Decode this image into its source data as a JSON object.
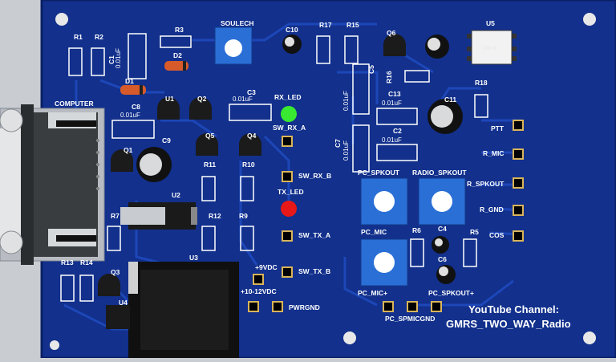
{
  "board": {
    "pcb_color": "#12308c",
    "trace_color": "#1d47b8",
    "silk_color": "#ffffff",
    "pad_color": "#d9b45a",
    "led_rx_color": "#39e830",
    "led_tx_color": "#e81818",
    "pot_color": "#2a6fd6"
  },
  "labels": {
    "soulech": "SOULECH",
    "computer": "COMPUTER",
    "dip8": "DIP-8",
    "rx_led": "RX_LED",
    "tx_led": "TX_LED",
    "sw_rx_a": "SW_RX_A",
    "sw_rx_b": "SW_RX_B",
    "sw_tx_a": "SW_TX_A",
    "sw_tx_b": "SW_TX_B",
    "pc_spkout": "PC_SPKOUT",
    "radio_spkout": "RADIO_SPKOUT",
    "pc_mic": "PC_MIC",
    "pc_mic_plus": "PC_MIC+",
    "pc_spkout_plus": "PC_SPKOUT+",
    "pc_spmicgnd": "PC_SPMICGND",
    "ptt": "PTT",
    "r_mic": "R_MIC",
    "r_spkout": "R_SPKOUT",
    "r_gnd": "R_GND",
    "cos": "COS",
    "v9": "+9VDC",
    "v10_12": "+10-12VDC",
    "pwrgnd": "PWRGND",
    "cap_value": "0.01uF",
    "youtube_line1": "YouTube Channel:",
    "youtube_line2": "GMRS_TWO_WAY_Radio"
  },
  "refs": {
    "R1": "R1",
    "R2": "R2",
    "R3": "R3",
    "R6": "R6",
    "R7": "R7",
    "R9": "R9",
    "R10": "R10",
    "R11": "R11",
    "R12": "R12",
    "R13": "R13",
    "R14": "R14",
    "R15": "R15",
    "R16": "R16",
    "R17": "R17",
    "R18": "R18",
    "R5": "R5",
    "C1": "C1",
    "C2": "C2",
    "C3": "C3",
    "C4": "C4",
    "C5": "C5",
    "C6": "C6",
    "C7": "C7",
    "C8": "C8",
    "C9": "C9",
    "C10": "C10",
    "C11": "C11",
    "C13": "C13",
    "D1": "D1",
    "D2": "D2",
    "Q1": "Q1",
    "Q2": "Q2",
    "Q3": "Q3",
    "Q4": "Q4",
    "Q5": "Q5",
    "Q6": "Q6",
    "U1": "U1",
    "U2": "U2",
    "U3": "U3",
    "U4": "U4",
    "U5": "U5"
  }
}
